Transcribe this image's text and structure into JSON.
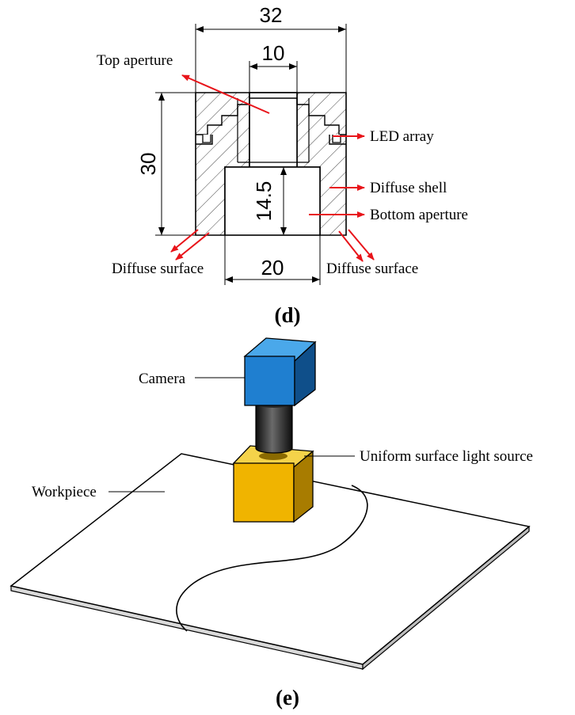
{
  "panel_d": {
    "dims": {
      "width": "32",
      "top_aperture": "10",
      "height": "30",
      "inner_height": "14.5",
      "bottom_aperture": "20"
    },
    "labels": {
      "top_aperture": "Top aperture",
      "led_array": "LED array",
      "diffuse_shell": "Diffuse shell",
      "bottom_aperture": "Bottom aperture",
      "diffuse_surface_left": "Diffuse surface",
      "diffuse_surface_right": "Diffuse surface"
    },
    "caption": "(d)"
  },
  "panel_e": {
    "labels": {
      "camera": "Camera",
      "light_source": "Uniform surface light source",
      "workpiece": "Workpiece"
    },
    "caption": "(e)"
  },
  "colors": {
    "arrow_red": "#e8141a",
    "camera_blue": "#1f7fd0",
    "light_yellow": "#f0b400",
    "lens_black": "#1a1a1a"
  }
}
